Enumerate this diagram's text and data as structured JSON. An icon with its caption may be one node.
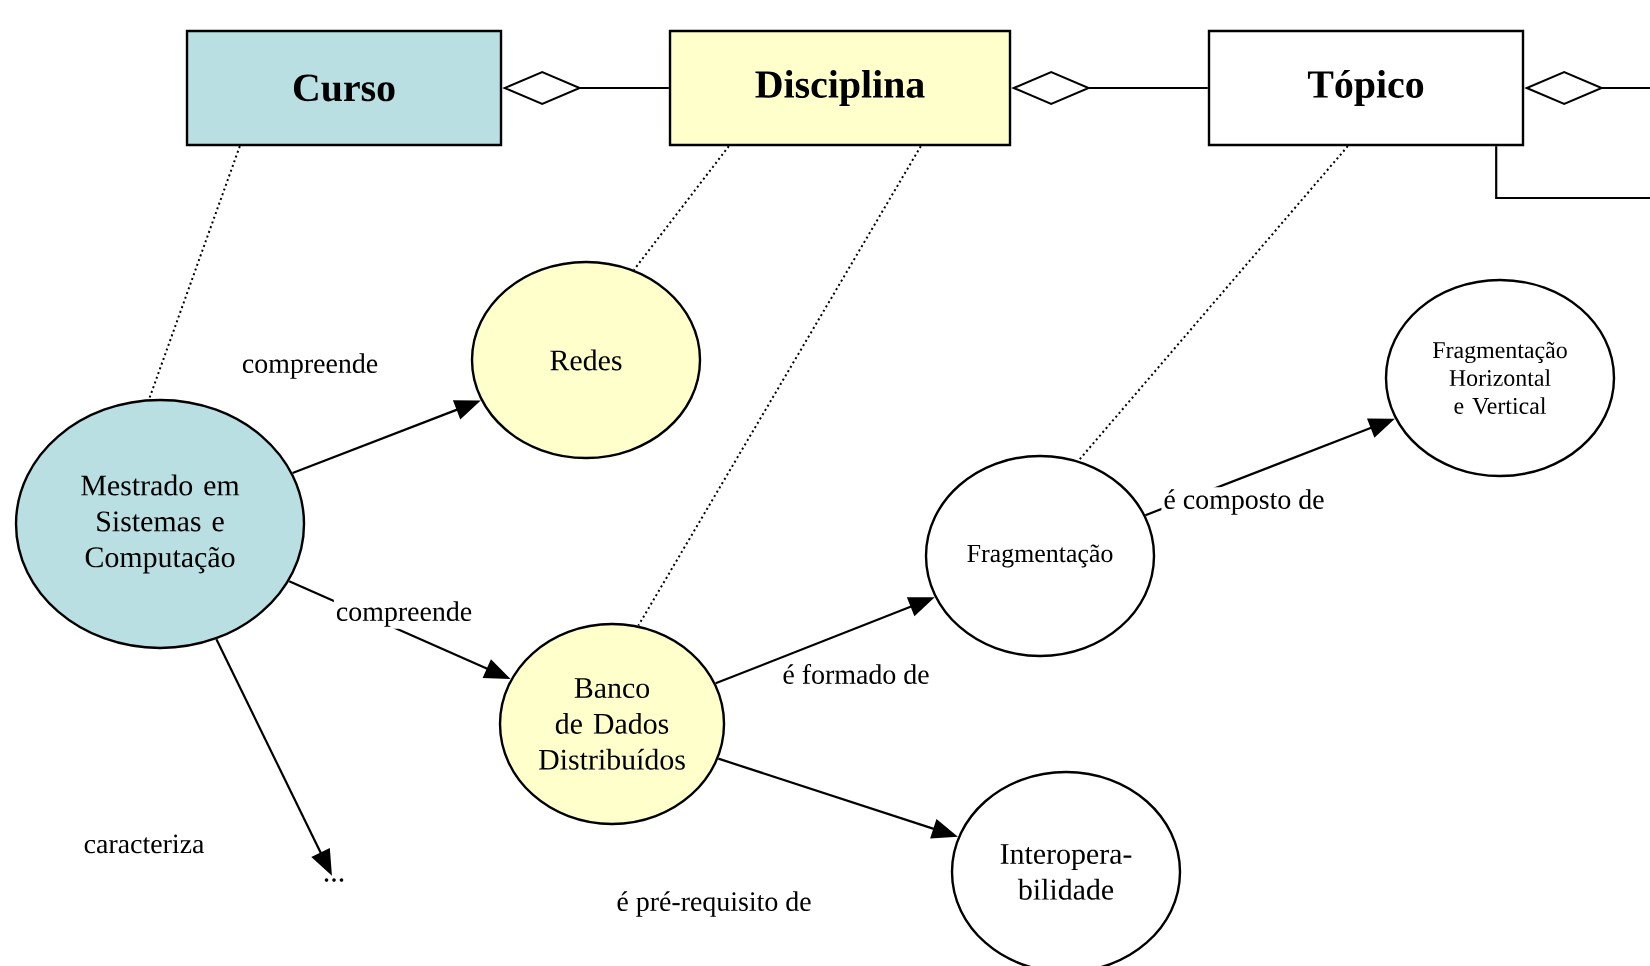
{
  "diagram": {
    "nodes": [
      {
        "text": [
          "Curso"
        ]
      },
      {
        "text": [
          "Disciplina"
        ]
      },
      {
        "text": [
          "Tópico"
        ]
      },
      {
        "text": [
          "Mestrado em Sistemas e Computação"
        ]
      },
      {
        "text": [
          "Redes"
        ]
      },
      {
        "text": [
          "Banco de Dados Distribuídos"
        ]
      },
      {
        "text": [
          "Fragmentação"
        ]
      },
      {
        "text": [
          "Fragmentação Horizontal e Vertical"
        ]
      },
      {
        "text": [
          "Interopera- bilidade"
        ]
      },
      {
        "text": [
          "..."
        ]
      }
    ],
    "edges": [
      {
        "from": 1,
        "to": 0,
        "arrow": "other"
      },
      {
        "from": 2,
        "to": 1,
        "arrow": "other"
      },
      {
        "from": null,
        "to": 2,
        "arrow": "other"
      },
      {
        "from": 2,
        "to": null,
        "arrow": "none"
      },
      {
        "from": 0,
        "to": 3,
        "arrow": "none",
        "style": "dashed"
      },
      {
        "from": 1,
        "to": 4,
        "arrow": "none",
        "style": "dashed"
      },
      {
        "from": 1,
        "to": 5,
        "arrow": "none",
        "style": "dashed"
      },
      {
        "from": 2,
        "to": 6,
        "arrow": "none",
        "style": "dashed"
      },
      {
        "from": 3,
        "to": 4,
        "arrow": "to",
        "label": "compreende"
      },
      {
        "from": 3,
        "to": 5,
        "arrow": "to",
        "label": "compreende"
      },
      {
        "from": 3,
        "to": 9,
        "arrow": "to",
        "label": "caracteriza"
      },
      {
        "from": 5,
        "to": 6,
        "arrow": "to",
        "label": "é formado de"
      },
      {
        "from": 6,
        "to": 7,
        "arrow": "to",
        "label": "é composto de"
      },
      {
        "from": 5,
        "to": 8,
        "arrow": "to",
        "label": "é pré-requisito de"
      }
    ]
  }
}
